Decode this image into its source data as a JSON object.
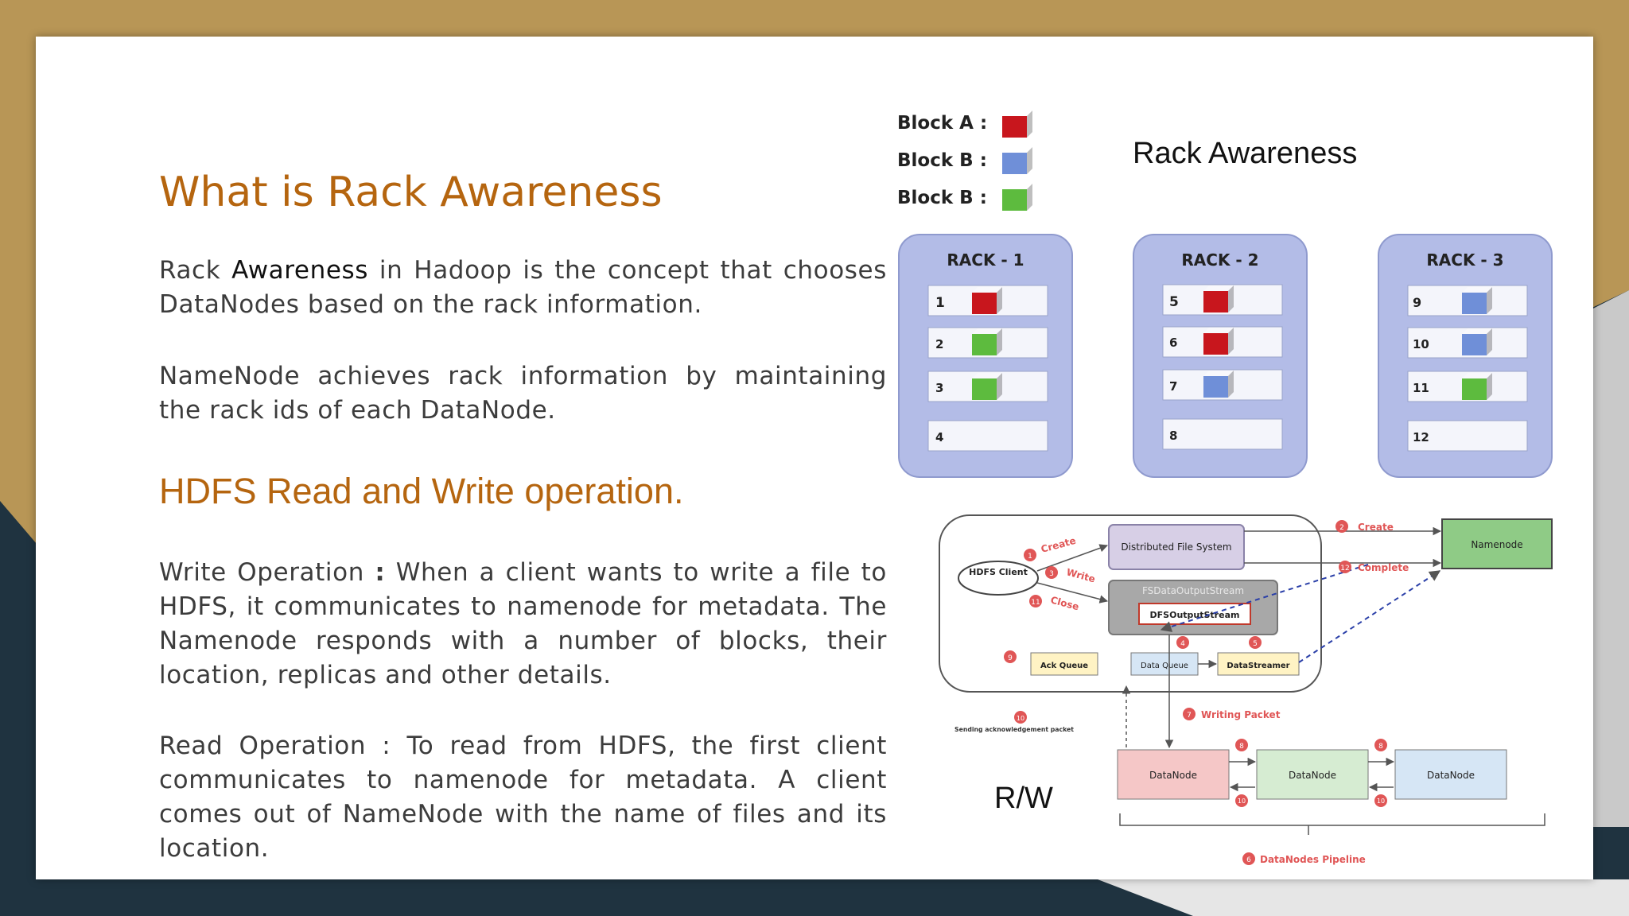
{
  "slide": {
    "title": "What is Rack Awareness",
    "para1_pre": "Rack ",
    "para1_key": "Awareness",
    "para1_post": " in Hadoop is the concept that chooses DataNodes based on the rack information.",
    "para2": "NameNode achieves rack information by maintaining the rack ids of each DataNode.",
    "subtitle": "HDFS Read and Write operation.",
    "write_label": "Write Operation ",
    "write_colon": ":",
    "write_text": " When a client wants to write a file to HDFS, it communicates to namenode for metadata. The Namenode responds with a number of blocks, their location, replicas and other details.",
    "read_text": "Read Operation : To read from HDFS, the first client communicates to namenode for metadata. A client comes out of NameNode with the name of files and its location."
  },
  "rack_diagram": {
    "caption": "Rack Awareness",
    "legend": [
      {
        "label": "Block A :",
        "color": "#c8161d"
      },
      {
        "label": "Block B :",
        "color": "#6f8fd8"
      },
      {
        "label": "Block B :",
        "color": "#5dbb3e"
      }
    ],
    "racks": [
      {
        "name": "RACK - 1",
        "nodes": [
          "1",
          "2",
          "3",
          "4"
        ]
      },
      {
        "name": "RACK - 2",
        "nodes": [
          "5",
          "6",
          "7",
          "8"
        ]
      },
      {
        "name": "RACK - 3",
        "nodes": [
          "9",
          "10",
          "11",
          "12"
        ]
      }
    ]
  },
  "rw_diagram": {
    "caption": "R/W",
    "hdfs_client": "HDFS Client",
    "dfs": "Distributed File System",
    "fsdos": "FSDataOutputStream",
    "dfsos": "DFSOutputStream",
    "ack_queue": "Ack Queue",
    "data_queue": "Data Queue",
    "data_streamer": "DataStreamer",
    "namenode": "Namenode",
    "datanode": "DataNode",
    "steps": {
      "create1": "Create",
      "write": "Write",
      "close": "Close",
      "create2": "Create",
      "complete": "Complete",
      "writing_packet": "Writing Packet",
      "sending_ack": "Sending acknowledgement packet",
      "pipeline": "DataNodes Pipeline"
    },
    "step_numbers": {
      "create1": "1",
      "create2": "2",
      "write": "3",
      "data_queue": "4",
      "data_streamer": "5",
      "pipeline": "6",
      "writing_packet": "7",
      "forward": "8",
      "ack_queue": "9",
      "ack": "10",
      "close": "11",
      "complete": "12"
    }
  },
  "colors": {
    "accent_heading": "#b5650f",
    "frame_gold": "#b89656",
    "frame_dark": "#1f3340",
    "rack_fill": "#b3bce7"
  }
}
